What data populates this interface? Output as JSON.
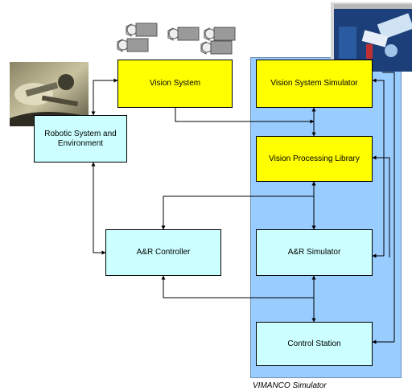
{
  "diagram": {
    "vision_system": "Vision System",
    "robotic_system": "Robotic System and Environment",
    "ar_controller": "A&R Controller",
    "vision_system_simulator": "Vision System Simulator",
    "vision_processing_library": "Vision Processing Library",
    "ar_simulator": "A&R Simulator",
    "control_station": "Control Station",
    "simulator_caption": "VIMANCO Simulator"
  },
  "colors": {
    "yellow_box": "#ffff00",
    "cyan_box": "#ccffff",
    "simulator_region": "#99ccff"
  },
  "icons": [
    "video-camera-icon",
    "robot-arm-photo",
    "simulation-screenshot"
  ]
}
